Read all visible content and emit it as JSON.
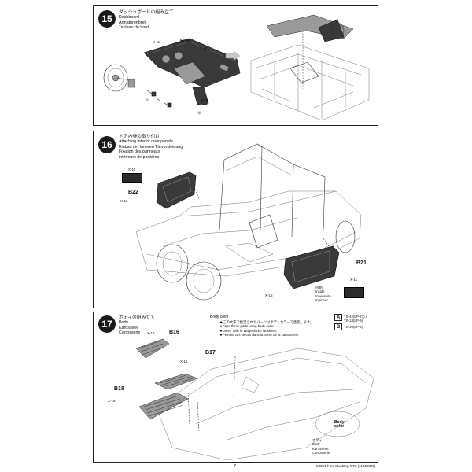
{
  "page_number": "7",
  "footer_text": "24354  Ford Mustang GT3 (11058800)",
  "step15": {
    "number": "15",
    "title_jp": "ダッシュボードの組み立て",
    "title_en": "Dashboard",
    "title_de": "Armaturenbrett",
    "title_fr": "Tableau de bord",
    "part_b10": "B10",
    "x11": "X-11",
    "x16": "X-16",
    "p1": "⑤",
    "p2": "④",
    "p3": "⑱"
  },
  "step16": {
    "number": "16",
    "title_jp": "ドア内張の取り付け",
    "title_en": "Attaching interior door panels",
    "title_de": "Einbau der inneren Türverkleidung",
    "title_fr": "Fixation des panneaux",
    "title_fr2": "intérieurs de portières",
    "part_b22": "B22",
    "part_b21": "B21",
    "x11_top": "X-11",
    "x16_left": "X-16",
    "x16_bottom": "X-16",
    "x11_right": "X-11",
    "inside_jp": "内側",
    "inside_en": "Inside",
    "inside_de": "Innenseite",
    "inside_fr": "Intérieur"
  },
  "step17": {
    "number": "17",
    "title_jp": "ボディの組み立て",
    "title_en": "Body",
    "title_de": "Karosserie",
    "title_fr": "Carrosserie",
    "body_color_label": "Body color",
    "note_jp": "★この文字で指定されたパーツはボディカラーで塗装します。",
    "note_en": "★Paint these parts using body color.",
    "note_de": "★Diese Teile in Wagenfarbe lackieren.",
    "note_fr": "★Peindre ces pièces dans la teinte de la carrosserie.",
    "legend_a": "A",
    "legend_a_text1": "TS-42(LP-27) /",
    "legend_a_text2": "TS-13(LP-9)",
    "legend_b": "B",
    "legend_b_text": "TS-26(LP-2)",
    "part_b16": "B16",
    "part_b17": "B17",
    "part_b18": "B18",
    "x16_a": "X-16",
    "x16_b": "X-16",
    "x16_c": "X-16",
    "side_body_color1": "Body",
    "side_body_color2": "color",
    "body_jp": "ボディ",
    "body_en": "Body",
    "body_de": "Karosserie",
    "body_fr": "Carrosserie"
  }
}
